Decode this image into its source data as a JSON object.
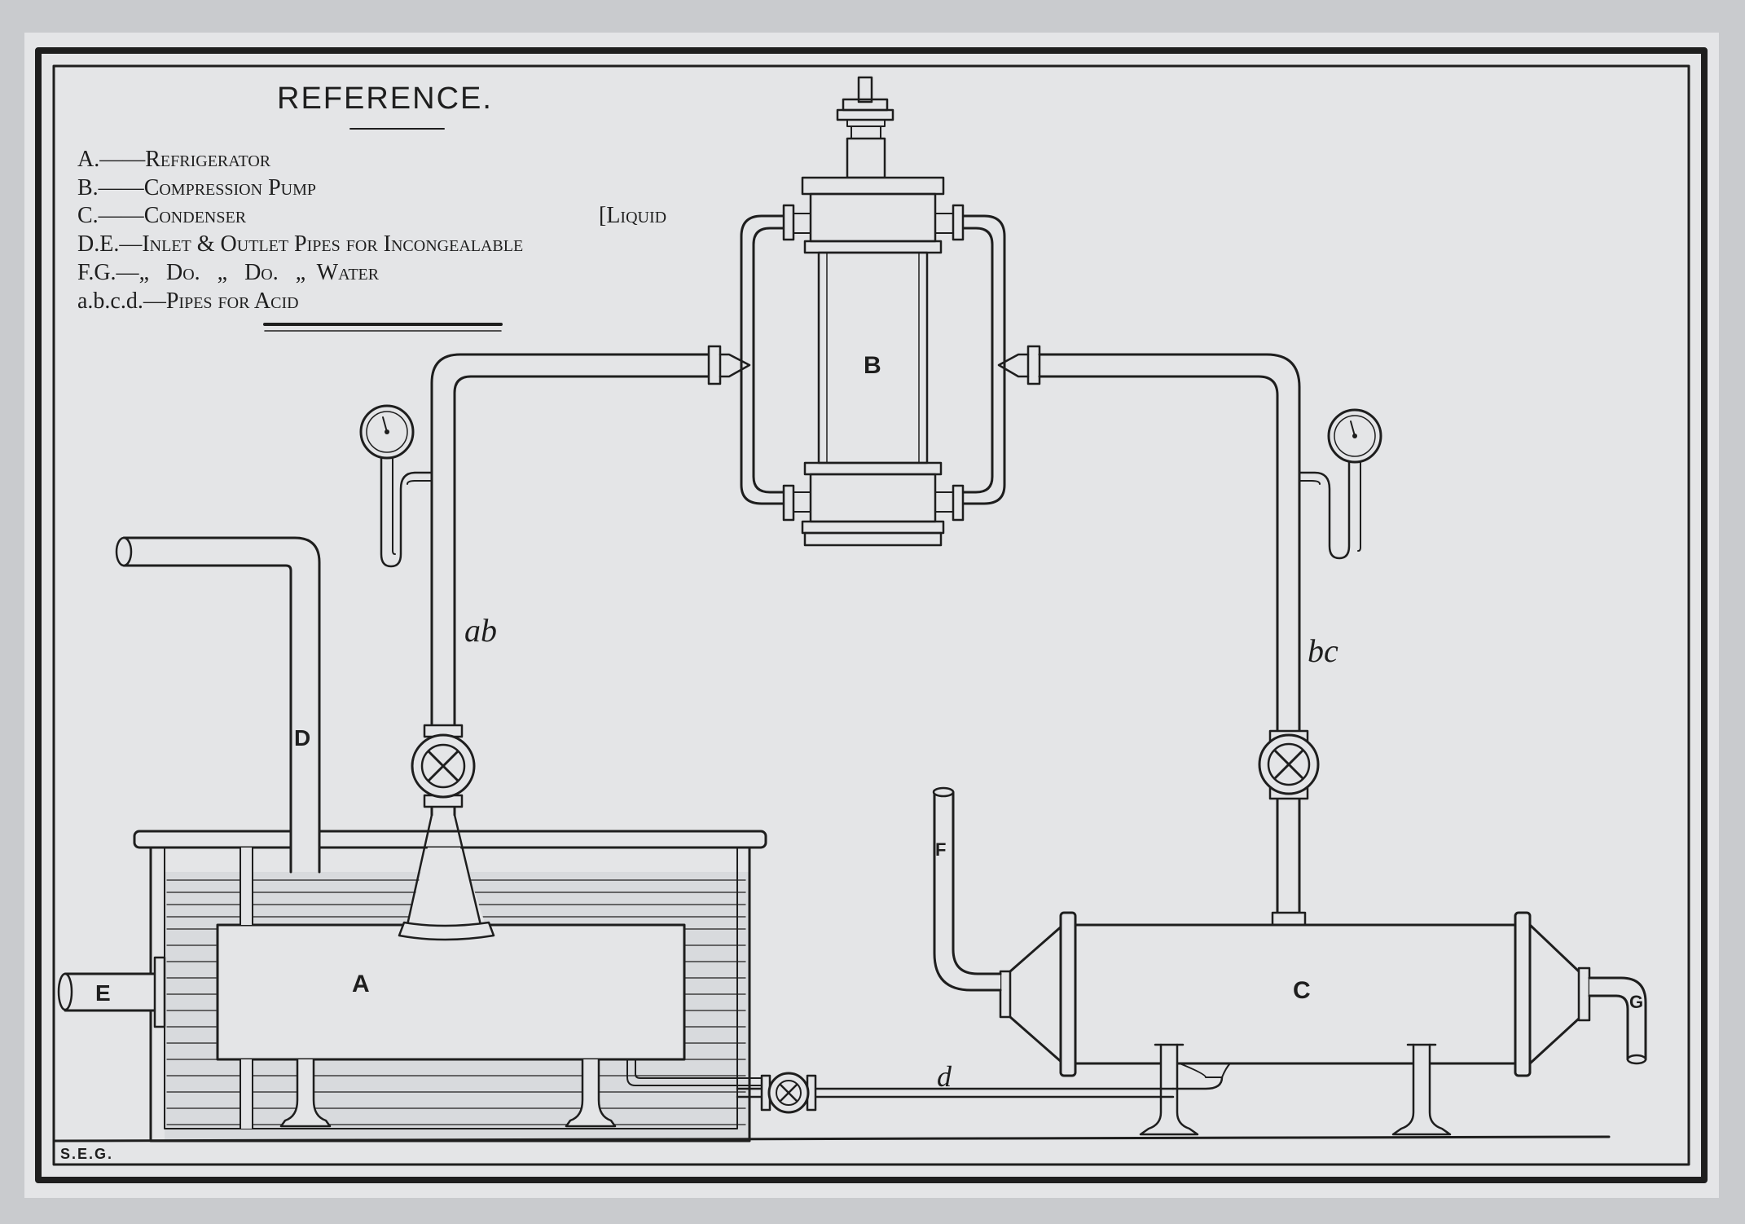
{
  "reference": {
    "title": "REFERENCE.",
    "items": [
      {
        "key": "A.——",
        "label": "Refrigerator"
      },
      {
        "key": "B.——",
        "label": "Compression Pump"
      },
      {
        "key": "C.——",
        "label": "Condenser"
      },
      {
        "key": "D.E.—",
        "label": "Inlet & Outlet Pipes for Incongealable"
      },
      {
        "key": "F.G.—",
        "label": "„   Do.   „   Do.   „  Water"
      },
      {
        "key": "a.b.c.d.—",
        "label": "Pipes for Acid"
      }
    ],
    "wrap_word": "[Liquid"
  },
  "labels": {
    "A": "A",
    "B": "B",
    "C": "C",
    "D": "D",
    "E": "E",
    "F": "F",
    "G": "G",
    "ab": "ab",
    "bc": "bc",
    "d": "d"
  },
  "signature": "S.E.G."
}
